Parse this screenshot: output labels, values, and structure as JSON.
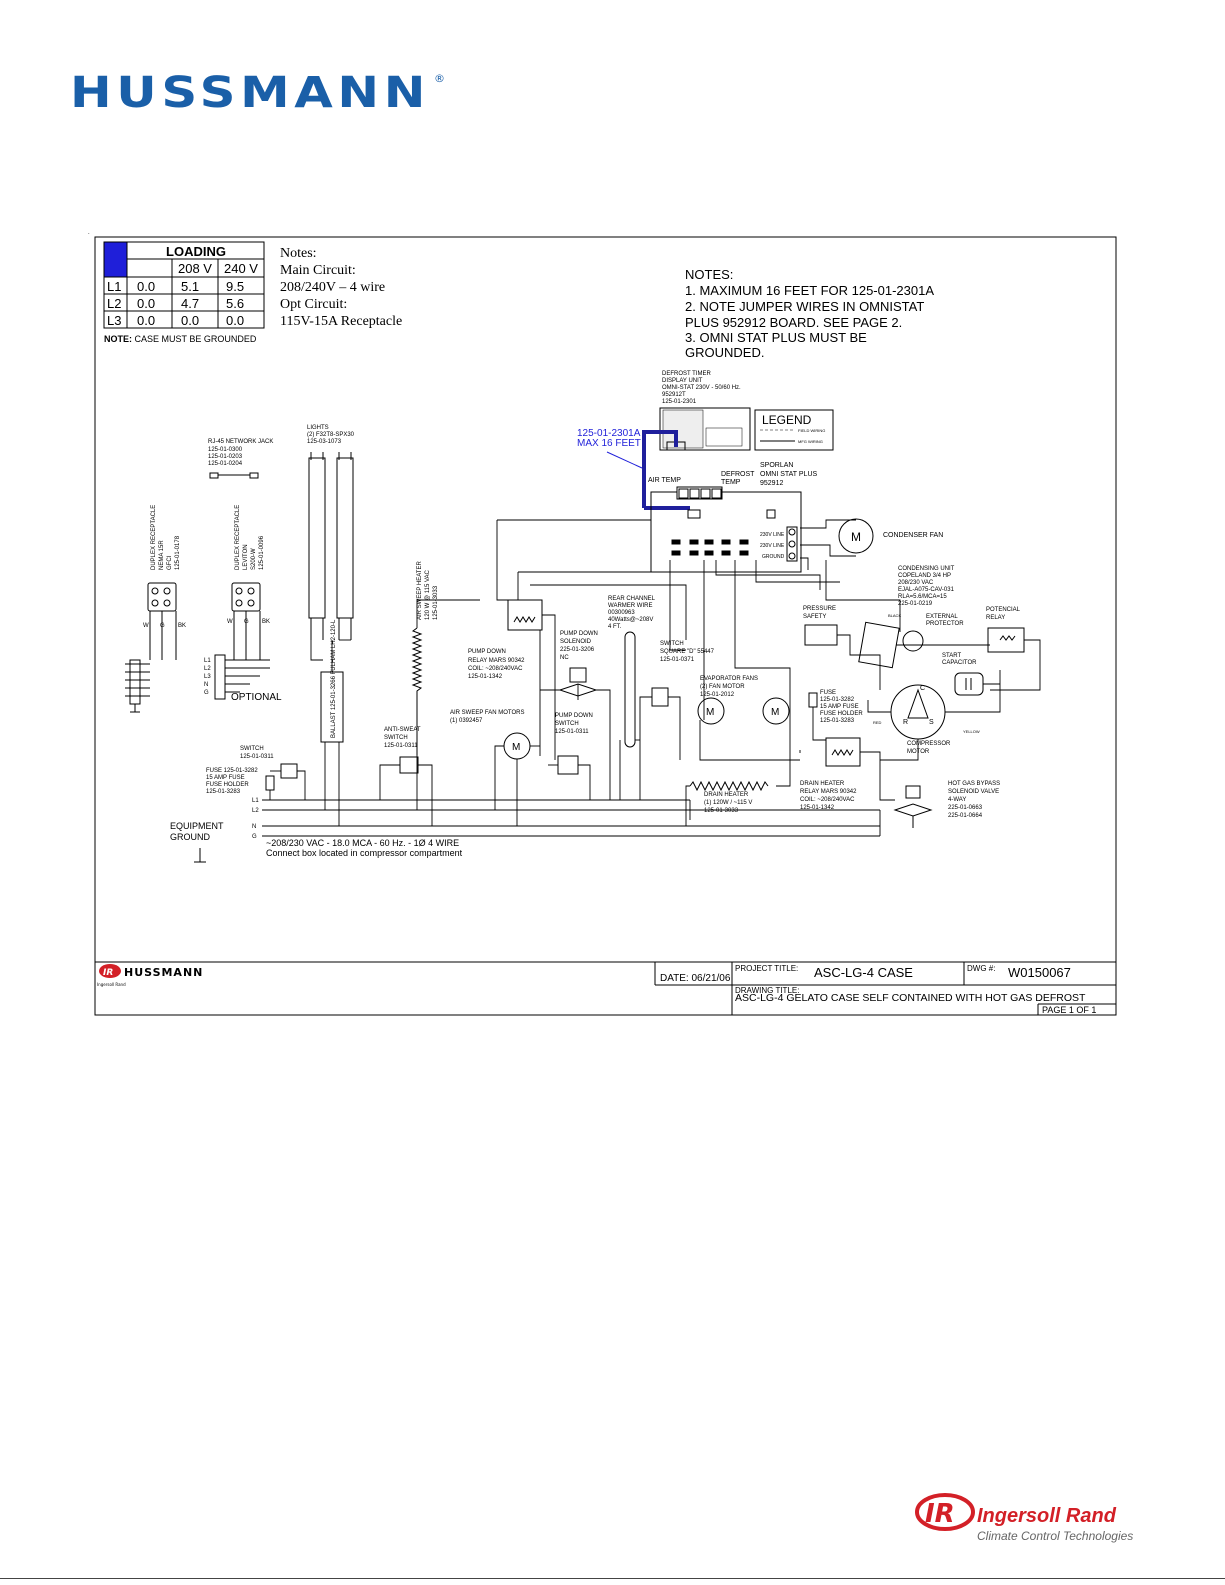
{
  "brand": {
    "name": "HUSSMANN",
    "registered": "®",
    "color": "#1a5fa8"
  },
  "loading_table": {
    "title": "LOADING",
    "headers": [
      "",
      "208 V",
      "240 V"
    ],
    "rows": [
      {
        "line": "L1",
        "a": "0.0",
        "b": "5.1",
        "c": "9.5"
      },
      {
        "line": "L2",
        "a": "0.0",
        "b": "4.7",
        "c": "5.6"
      },
      {
        "line": "L3",
        "a": "0.0",
        "b": "0.0",
        "c": "0.0"
      }
    ],
    "note_bold": "NOTE:",
    "note": " CASE MUST BE GROUNDED"
  },
  "circuit_notes": {
    "heading": "Notes:",
    "main_label": "Main Circuit:",
    "main_value": "208/240V – 4 wire",
    "opt_label": "Opt Circuit:",
    "opt_value": "115V-15A Receptacle"
  },
  "notes": {
    "heading": "NOTES:",
    "line1": "1.  MAXIMUM 16 FEET FOR 125-01-2301A",
    "line2": "2.  NOTE JUMPER WIRES IN OMNISTAT",
    "line3": "PLUS 952912 BOARD. SEE PAGE 2.",
    "line4": "3.  OMNI STAT PLUS MUST BE",
    "line5": "GROUNDED."
  },
  "components": {
    "defrost_timer": [
      "DEFROST TIMER",
      "DISPLAY UNIT",
      "OMNI-STAT 230V - 50/60 Hz.",
      "952912T",
      "125-01-2301"
    ],
    "cable": [
      "125-01-2301A",
      "MAX 16 FEET"
    ],
    "legend": {
      "title": "LEGEND",
      "field": "FIELD WIRING",
      "mfg": "MFG WIRING"
    },
    "sporlan": [
      "SPORLAN",
      "OMNI STAT PLUS",
      "952912"
    ],
    "air_temp": "AIR TEMP",
    "defrost_temp": [
      "DEFROST",
      "TEMP"
    ],
    "line_230a": "230V LINE",
    "line_230b": "230V LINE",
    "ground_term": "GROUND",
    "condenser_fan": "CONDENSER FAN",
    "condensing_unit": [
      "CONDENSING UNIT",
      "COPELAND 3/4 HP",
      "208/230 VAC",
      "EJAL-A075-CAV-031",
      "RLA=5.6/MCA=15",
      "225-01-0219"
    ],
    "rj45": [
      "RJ-45 NETWORK JACK",
      "125-01-0300",
      "125-01-0203",
      "125-01-0204"
    ],
    "lights": [
      "LIGHTS",
      "(2) F32T8-SPX30",
      "125-03-1073"
    ],
    "duplex1": [
      "DUPLEX RECEPTACLE",
      "NEMA 15R",
      "GFCI",
      "125-01-0178"
    ],
    "duplex2": [
      "DUPLEX RECEPTACLE",
      "LEVITON",
      "S200-W",
      "125-01-0096"
    ],
    "air_sweep_heater": [
      "AIR SWEEP HEATER",
      "120 W @ 115 VAC",
      "125-01-3033"
    ],
    "rear_channel": [
      "REAR CHANNEL",
      "WARMER WIRE",
      "00300963",
      "40Watts@~208V",
      "4 FT."
    ],
    "pressure_safety": [
      "PRESSURE",
      "SAFETY"
    ],
    "external_protector": [
      "EXTERNAL",
      "PROTECTOR"
    ],
    "potencial_relay": [
      "POTENCIAL",
      "RELAY"
    ],
    "black": "BLACK",
    "pump_down_relay": [
      "PUMP DOWN",
      "RELAY MARS 90342",
      "COIL: ~208/240VAC",
      "125-01-1342"
    ],
    "pump_down_solenoid": [
      "PUMP DOWN",
      "SOLENOID",
      "225-01-3206",
      "NC"
    ],
    "switch_sq": [
      "SWITCH",
      "SQUARE \"D\" 55447",
      "125-01-0371"
    ],
    "start_capacitor": [
      "START",
      "CAPACITOR"
    ],
    "evap_fans": [
      "EVAPORATOR FANS",
      "(2) FAN MOTOR",
      "125-01-2012"
    ],
    "fuse_right": [
      "FUSE",
      "125-01-3282",
      "15 AMP FUSE",
      "FUSE HOLDER",
      "125-01-3283"
    ],
    "compressor_motor": [
      "COMPRESSOR",
      "MOTOR"
    ],
    "red": "RED",
    "yellow": "YELLOW",
    "air_sweep_motors": [
      "AIR SWEEP FAN MOTORS",
      "(1) 0392457"
    ],
    "pump_down_switch": [
      "PUMP DOWN",
      "SWITCH",
      "125-01-0311"
    ],
    "anti_sweat": [
      "ANTI-SWEAT",
      "SWITCH",
      "125-01-0311"
    ],
    "switch_left": [
      "SWITCH",
      "125-01-0311"
    ],
    "fuse_left": [
      "FUSE 125-01-3282",
      "15 AMP FUSE",
      "FUSE HOLDER",
      "125-01-3283"
    ],
    "drain_heater": [
      "DRAIN HEATER",
      "(1) 120W / ~115 V",
      "125-01-3033"
    ],
    "drain_heater_relay": [
      "DRAIN HEATER",
      "RELAY MARS 90342",
      "COIL: ~208/240VAC",
      "125-01-1342"
    ],
    "hot_gas": [
      "HOT GAS BYPASS",
      "SOLENOID  VALVE",
      "4-WAY",
      "225-01-0663",
      "225-01-0664"
    ],
    "equipment_ground": [
      "EQUIPMENT",
      "GROUND"
    ],
    "optional": "OPTIONAL",
    "ballast": "BALLAST 125-01-3266  FULHAM LH2-120-L",
    "supply": "~208/230 VAC - 18.0 MCA - 60 Hz. - 1Ø    4 WIRE",
    "connect_box": "Connect box located in compressor compartment",
    "receptacle_lines": [
      "L1",
      "L2",
      "L3",
      "N",
      "G"
    ],
    "main_lines": [
      "L1",
      "L2",
      "N",
      "G"
    ],
    "wo": [
      "W",
      "G",
      "BK"
    ]
  },
  "title_block": {
    "date_label": "DATE:",
    "date": "06/21/06",
    "project_label": "PROJECT TITLE:",
    "project": "ASC-LG-4 CASE",
    "dwg_label": "DWG #:",
    "dwg": "W0150067",
    "drawing_label": "DRAWING TITLE:",
    "drawing": "ASC-LG-4 GELATO CASE SELF CONTAINED WITH HOT GAS DEFROST",
    "page": "PAGE  1  OF  1",
    "small_brand": "HUSSMANN",
    "small_sub": "Ingersoll Rand"
  },
  "footer_brand": {
    "mark": "IR",
    "name": "Ingersoll Rand",
    "tagline": "Climate Control Technologies",
    "color": "#d32027"
  }
}
